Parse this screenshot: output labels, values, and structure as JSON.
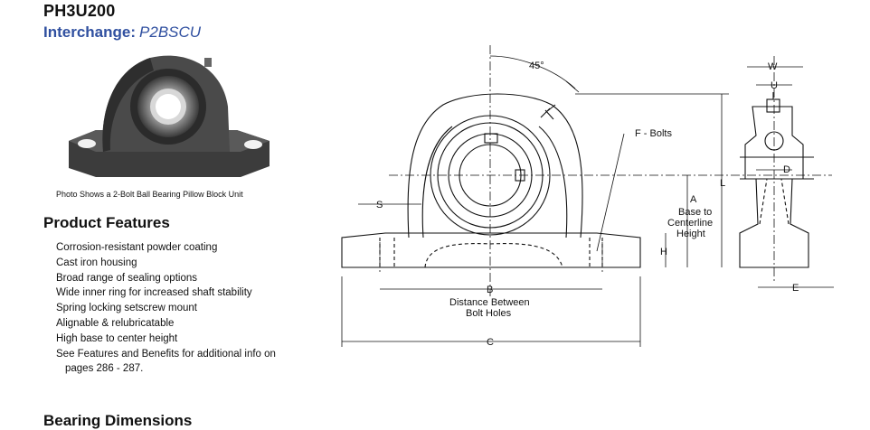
{
  "header": {
    "part_number": "PH3U200",
    "interchange_label": "Interchange:",
    "interchange_value": "P2BSCU"
  },
  "photo": {
    "caption": "Photo Shows a 2-Bolt Ball Bearing Pillow Block Unit"
  },
  "features": {
    "heading": "Product Features",
    "items": [
      "Corrosion-resistant powder coating",
      "Cast iron housing",
      "Broad range of sealing options",
      "Wide inner ring for increased shaft stability",
      "Spring locking setscrew mount",
      "Alignable & relubricatable",
      "High base to center height",
      "See Features and Benefits for additional info on",
      "pages 286 - 287."
    ]
  },
  "drawing": {
    "angle": "45°",
    "bolts_label": "F - Bolts",
    "label_s": "S",
    "label_a": "A",
    "label_a_desc": [
      "Base to",
      "Centerline",
      "Height"
    ],
    "label_h": "H",
    "label_l": "L",
    "label_b": "B",
    "label_b_desc": [
      "Distance Between",
      "Bolt Holes"
    ],
    "label_c": "C",
    "label_w": "W",
    "label_u": "U",
    "label_d": "D",
    "label_e": "E"
  },
  "dimensions": {
    "heading": "Bearing Dimensions"
  }
}
